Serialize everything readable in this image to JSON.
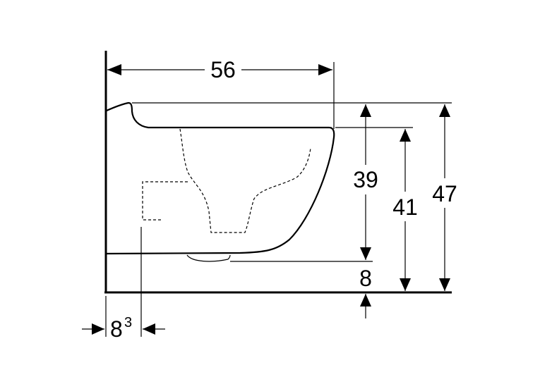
{
  "diagram": {
    "dimensions": {
      "depth": "56",
      "bowl_height": "39",
      "rim_height": "41",
      "total_height": "47",
      "floor_clearance": "8",
      "wall_offset_base": "8",
      "wall_offset_sup": "3"
    }
  }
}
